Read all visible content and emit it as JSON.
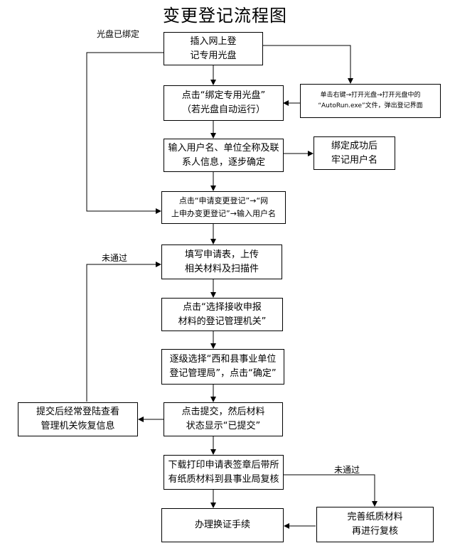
{
  "title": "变更登记流程图",
  "boxes": {
    "insert_disc": "插入网上登\n记专用光盘",
    "click_bind": "点击“绑定专用光盘”\n（若光盘自动运行）",
    "right_click_hint": "单击右键→打开光盘→打开光盘中的\n“AutoRun.exe”文件，弹出登记界面",
    "enter_user_info": "输入用户名、单位全称及联\n系人信息，逐步确定",
    "bind_success": "绑定成功后\n牢记用户名",
    "click_apply": "点击“申请变更登记”→“网\n上申办变更登记”→输入用户名",
    "fill_form": "填写申请表，上传\n相关材料及扫描件",
    "select_agency": "点击“选择接收申报\n材料的登记管理机关”",
    "select_bureau": "逐级选择“西和县事业单位\n登记管理局”，点击“确定”",
    "submit": "点击提交，然后材料\n状态显示“已提交”",
    "check_feedback": "提交后经常登陆查看\n管理机关恢复信息",
    "print_form": "下载打印申请表签章后带所\n有纸质材料到县事业局复核",
    "improve_materials": "完善纸质材料\n再进行复核",
    "handle_certificate": "办理换证手续"
  },
  "labels": {
    "disc_bound": "光盘已绑定",
    "not_passed_upper": "未通过",
    "not_passed_lower": "未通过"
  }
}
